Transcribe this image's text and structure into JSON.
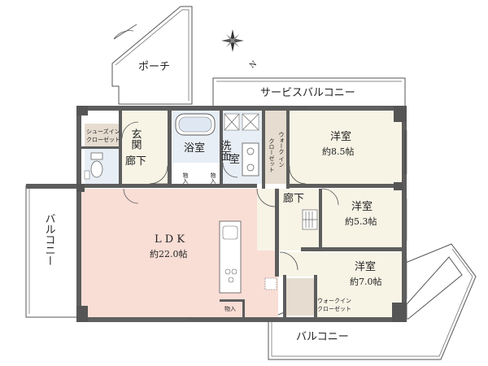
{
  "rooms": {
    "porch": "ポーチ",
    "service_balcony": "サービスバルコニー",
    "genkan": "玄関",
    "shoes_closet_1": "シューズイン",
    "shoes_closet_2": "クローゼット",
    "bathroom": "浴室",
    "washroom_1": "洗面",
    "washroom_2": "室",
    "walkin_1_a": "ウォーク",
    "walkin_1_b": "イン",
    "walkin_1_c": "クローゼット",
    "western_1": "洋室",
    "western_1_size": "約8.5帖",
    "hallway_1": "廊下",
    "storage_1": "物入",
    "storage_2": "物入",
    "hallway_2": "廊下",
    "western_2": "洋室",
    "western_2_size": "約5.3帖",
    "balcony_left": "バルコニー",
    "ldk": "L D K",
    "ldk_size": "約22.0帖",
    "western_3": "洋室",
    "western_3_size": "約7.0帖",
    "storage_3": "物入",
    "walkin_2_a": "ウォークイン",
    "walkin_2_b": "クローゼット",
    "balcony_bottom": "バルコニー",
    "compass": "N"
  },
  "colors": {
    "ldk_floor": "#f9ded6",
    "room_floor": "#f7f4e6",
    "wet_floor": "#e8eef5",
    "closet_floor": "#e6dccf",
    "wall": "#5d5d5d"
  }
}
